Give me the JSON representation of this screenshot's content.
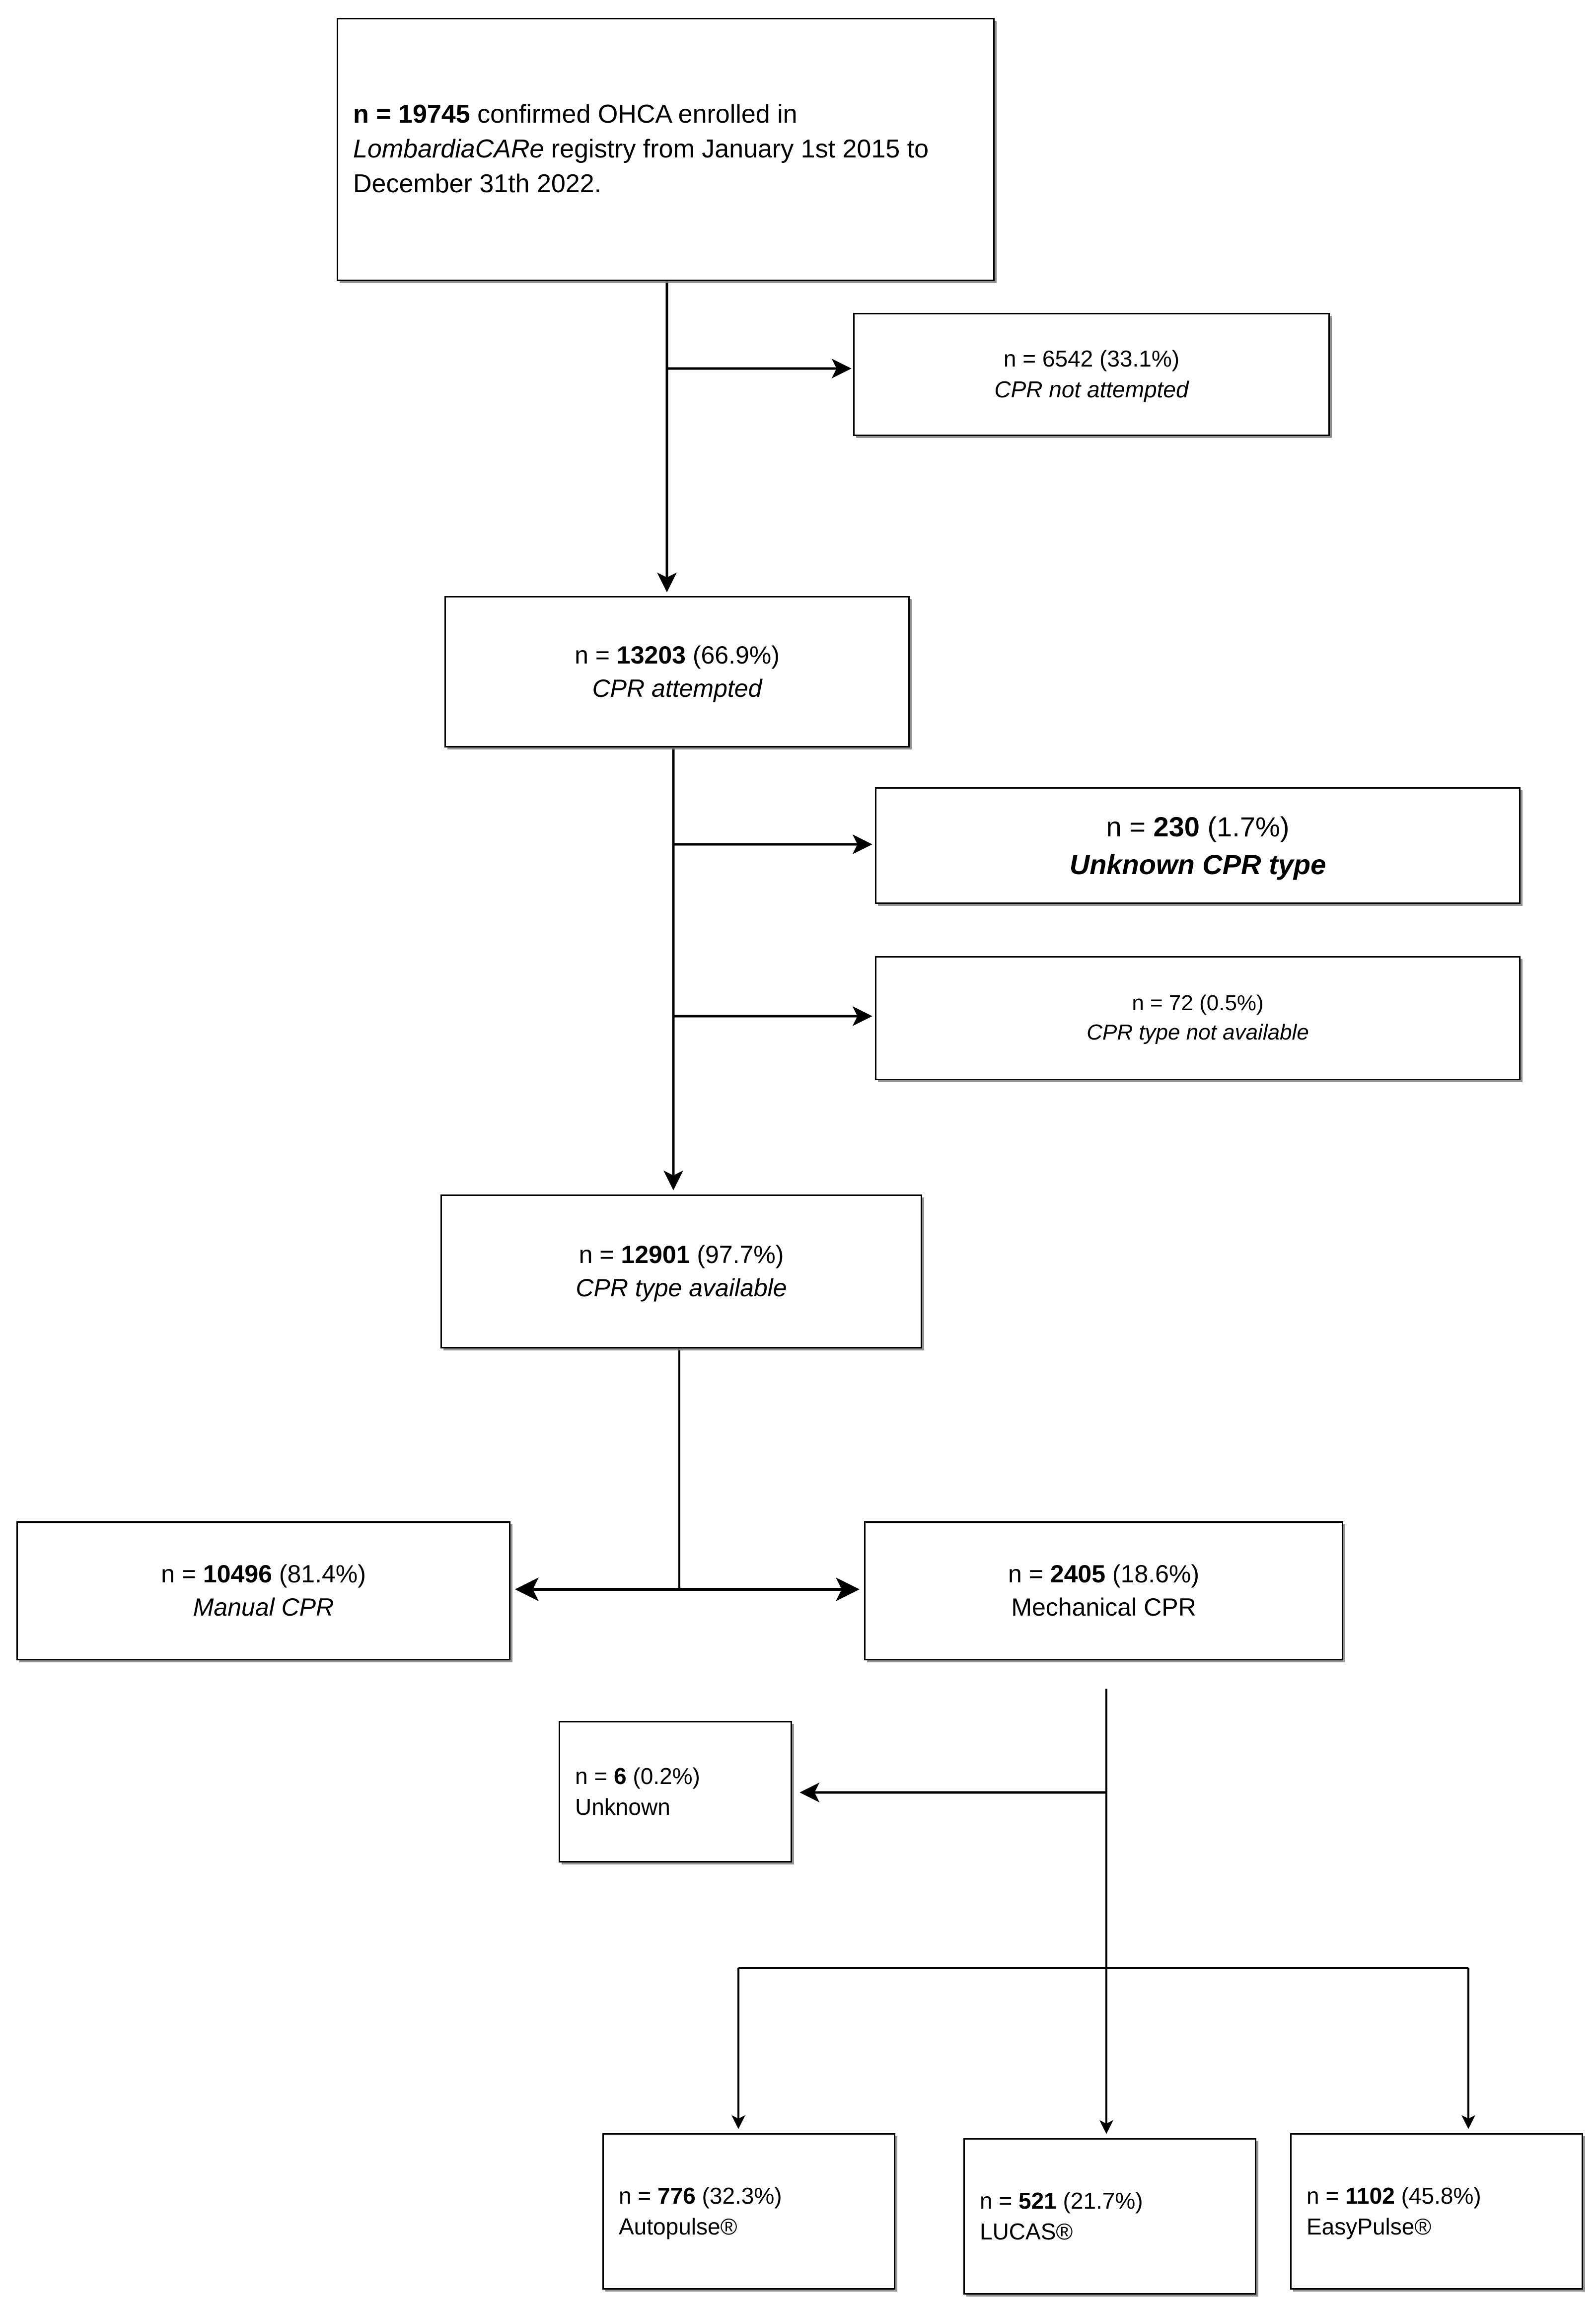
{
  "diagram": {
    "title": "OHCA CPR type flow diagram",
    "stroke_color": "#000000",
    "shadow_color": "#808080",
    "background": "#ffffff"
  },
  "nodes": {
    "enrolled": {
      "seg1_bold": "n = 19745",
      "seg2": " confirmed OHCA enrolled in ",
      "seg3_italic": "LombardiaCARe",
      "seg4": " registry from January 1st 2015 to December 31th 2022."
    },
    "cpr_not_attempted": {
      "count_label": "n = 6542 (33.1%)",
      "description": "CPR not attempted"
    },
    "cpr_attempted": {
      "prefix": "n = ",
      "count_bold": "13203",
      "percent": " (66.9%)",
      "description": "CPR attempted"
    },
    "unknown_cpr_type": {
      "prefix": "n = ",
      "count_bold": "230",
      "percent": " (1.7%)",
      "description": "Unknown CPR type"
    },
    "cpr_type_not_available": {
      "count_label": "n = 72 (0.5%)",
      "description": "CPR type not available"
    },
    "cpr_type_available": {
      "prefix": "n = ",
      "count_bold": "12901",
      "percent": " (97.7%)",
      "description": "CPR type available"
    },
    "manual_cpr": {
      "prefix": "n = ",
      "count_bold": "10496",
      "percent": " (81.4%)",
      "description": "Manual CPR"
    },
    "mechanical_cpr": {
      "prefix": "n = ",
      "count_bold": "2405",
      "percent": " (18.6%)",
      "description": "Mechanical  CPR"
    },
    "unknown_device": {
      "prefix": "n = ",
      "count_bold": "6",
      "percent": " (0.2%)",
      "description": "Unknown"
    },
    "autopulse": {
      "prefix": "n = ",
      "count_bold": "776",
      "percent": " (32.3%)",
      "description": "Autopulse®"
    },
    "lucas": {
      "prefix": "n = ",
      "count_bold": "521",
      "percent": " (21.7%)",
      "description": "LUCAS®"
    },
    "easypulse": {
      "prefix": "n = ",
      "count_bold": "1102",
      "percent": " (45.8%)",
      "description": "EasyPulse®"
    }
  },
  "flow": {
    "edges": [
      {
        "name": "enrolled-to-cpr-not-attempted",
        "type": "branch-right"
      },
      {
        "name": "enrolled-to-cpr-attempted",
        "type": "down-arrow"
      },
      {
        "name": "cpr-attempted-to-unknown-cpr-type",
        "type": "branch-right"
      },
      {
        "name": "cpr-attempted-to-cpr-type-not-available",
        "type": "branch-right"
      },
      {
        "name": "cpr-attempted-to-cpr-type-available",
        "type": "down-arrow"
      },
      {
        "name": "cpr-type-available-to-manual-and-mechanical",
        "type": "double-arrow"
      },
      {
        "name": "mechanical-to-unknown-device",
        "type": "branch-left"
      },
      {
        "name": "mechanical-to-autopulse",
        "type": "down-arrow"
      },
      {
        "name": "mechanical-to-lucas",
        "type": "down-arrow"
      },
      {
        "name": "mechanical-to-easypulse",
        "type": "down-arrow"
      }
    ]
  }
}
